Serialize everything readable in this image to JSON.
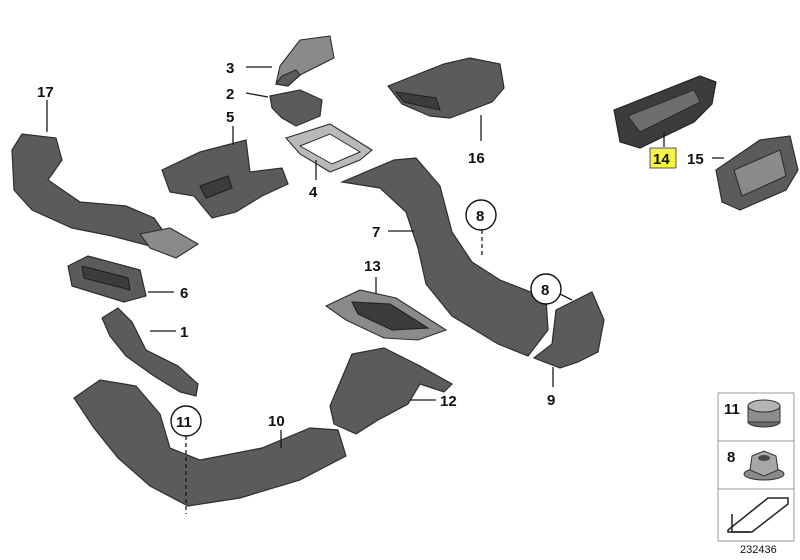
{
  "callouts": {
    "p1": "1",
    "p2": "2",
    "p3": "3",
    "p4": "4",
    "p5": "5",
    "p6": "6",
    "p7": "7",
    "p8a": "8",
    "p8b": "8",
    "p9": "9",
    "p10": "10",
    "p11": "11",
    "p12": "12",
    "p13": "13",
    "p14": "14",
    "p15": "15",
    "p16": "16",
    "p17": "17"
  },
  "legend": {
    "item11": "11",
    "item8": "8"
  },
  "figure_number": "232436",
  "colors": {
    "highlight": "#f3f34a",
    "part": "#5b5b5b"
  }
}
